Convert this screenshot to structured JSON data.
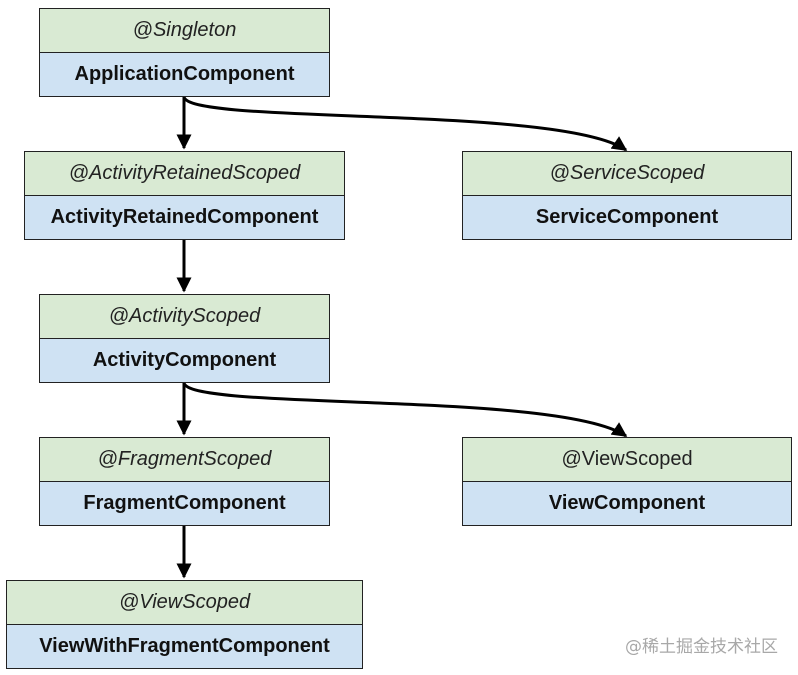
{
  "nodes": {
    "application": {
      "scope": "@Singleton",
      "component": "ApplicationComponent"
    },
    "activity_retained": {
      "scope": "@ActivityRetainedScoped",
      "component": "ActivityRetainedComponent"
    },
    "service": {
      "scope": "@ServiceScoped",
      "component": "ServiceComponent"
    },
    "activity": {
      "scope": "@ActivityScoped",
      "component": "ActivityComponent"
    },
    "fragment": {
      "scope": "@FragmentScoped",
      "component": "FragmentComponent"
    },
    "view": {
      "scope": "@ViewScoped",
      "component": "ViewComponent"
    },
    "view_with_fragment": {
      "scope": "@ViewScoped",
      "component": "ViewWithFragmentComponent"
    }
  },
  "edges": [
    {
      "from": "application",
      "to": "activity_retained"
    },
    {
      "from": "application",
      "to": "service"
    },
    {
      "from": "activity_retained",
      "to": "activity"
    },
    {
      "from": "activity",
      "to": "fragment"
    },
    {
      "from": "activity",
      "to": "view"
    },
    {
      "from": "fragment",
      "to": "view_with_fragment"
    }
  ],
  "watermark": "@稀土掘金技术社区",
  "colors": {
    "scope_fill": "#d9ead3",
    "component_fill": "#cfe2f3",
    "stroke": "#000000"
  }
}
